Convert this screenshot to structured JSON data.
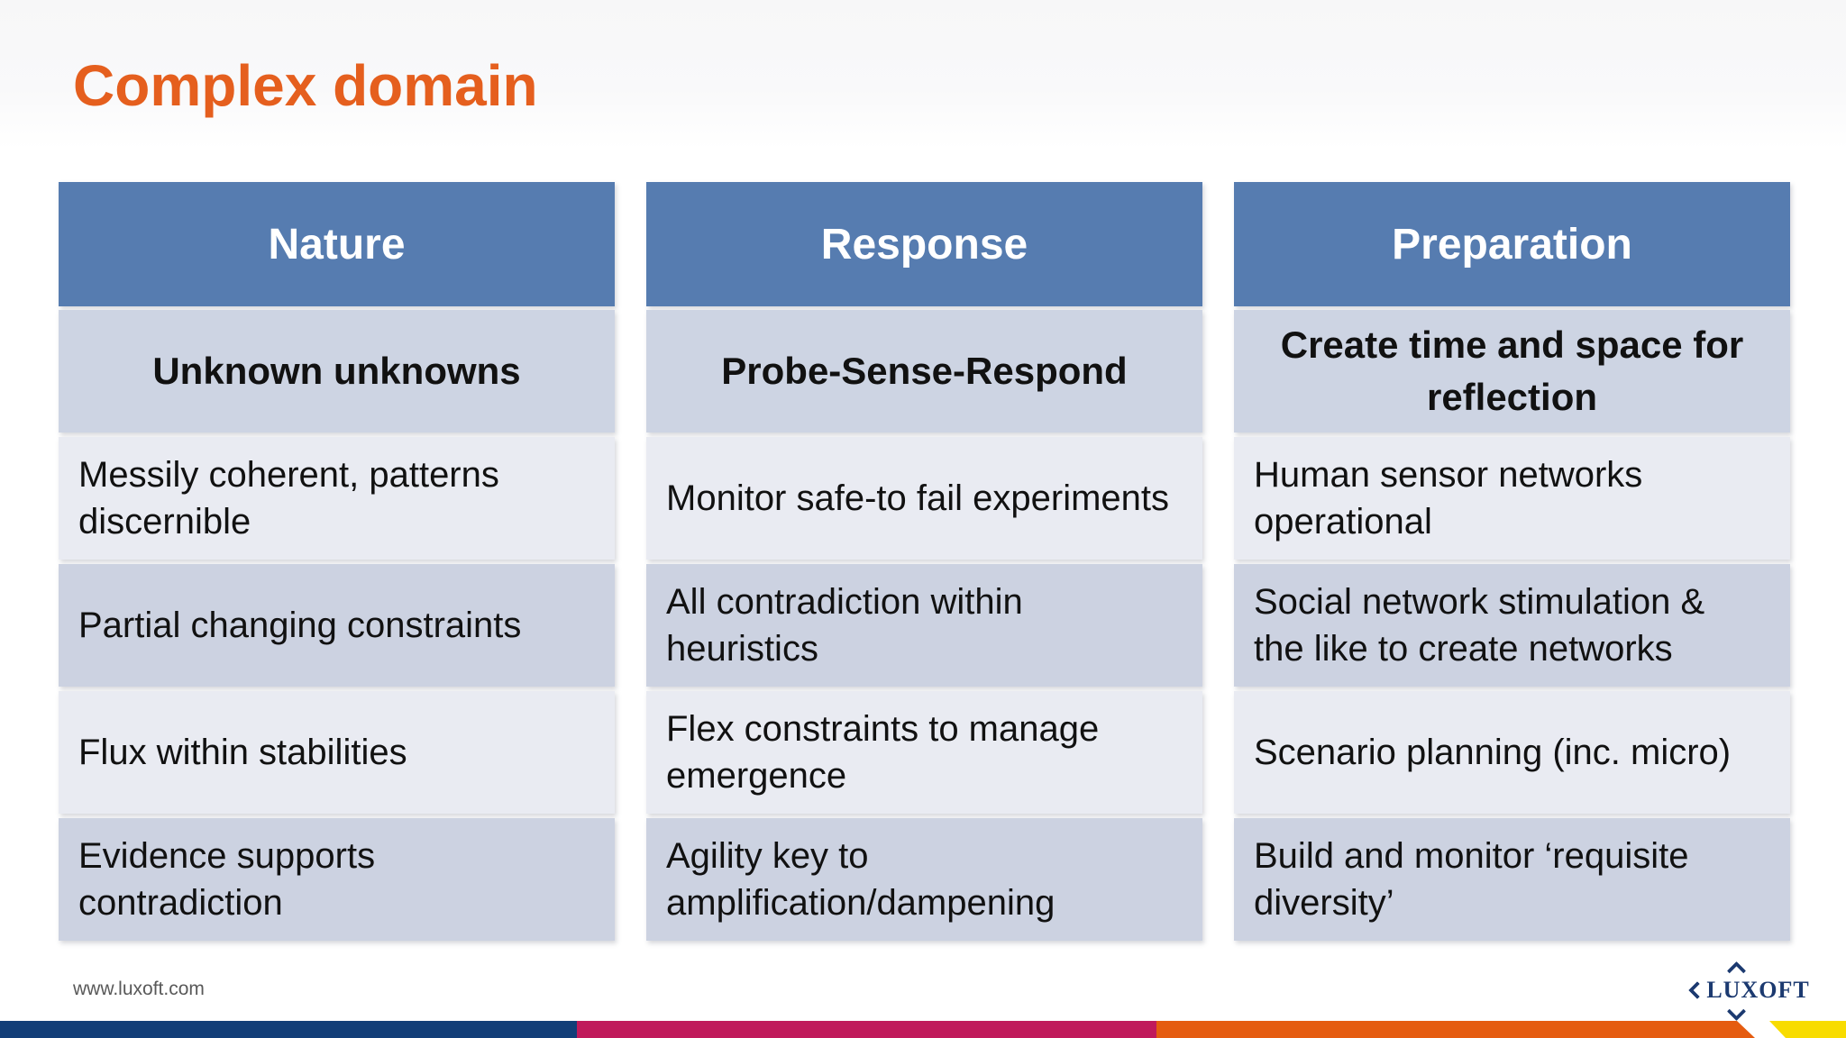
{
  "slide": {
    "title": "Complex domain",
    "columns": [
      {
        "header": "Nature",
        "subheader": "Unknown unknowns",
        "rows": [
          "Messily coherent, patterns discernible",
          "Partial changing constraints",
          "Flux within stabilities",
          "Evidence supports contradiction"
        ]
      },
      {
        "header": "Response",
        "subheader": "Probe-Sense-Respond",
        "rows": [
          "Monitor safe-to fail experiments",
          "All contradiction within heuristics",
          "Flex constraints to manage emergence",
          "Agility key to amplification/dampening"
        ]
      },
      {
        "header": "Preparation",
        "subheader": "Create time and space for reflection",
        "rows": [
          "Human sensor networks operational",
          "Social network stimulation & the like to create networks",
          "Scenario planning (inc. micro)",
          "Build and monitor ‘requisite diversity’"
        ]
      }
    ],
    "footer": {
      "url": "www.luxoft.com",
      "logo_text": "LUXOFT"
    },
    "colors": {
      "page_bg": "#ffffff",
      "title_orange": "#e55f1e",
      "header_bg": "#567cb0",
      "header_text": "#ffffff",
      "subheader_bg": "#cdd4e3",
      "row_light": "#e9ebf2",
      "row_dark": "#ccd2e1",
      "cell_text": "#111111",
      "footer_text": "#595959",
      "logo_navy": "#1c3a70",
      "bar_navy": "#123e78",
      "bar_crimson": "#c01a5b",
      "bar_orange": "#e55c10",
      "bar_yellow": "#f8dc00"
    }
  }
}
